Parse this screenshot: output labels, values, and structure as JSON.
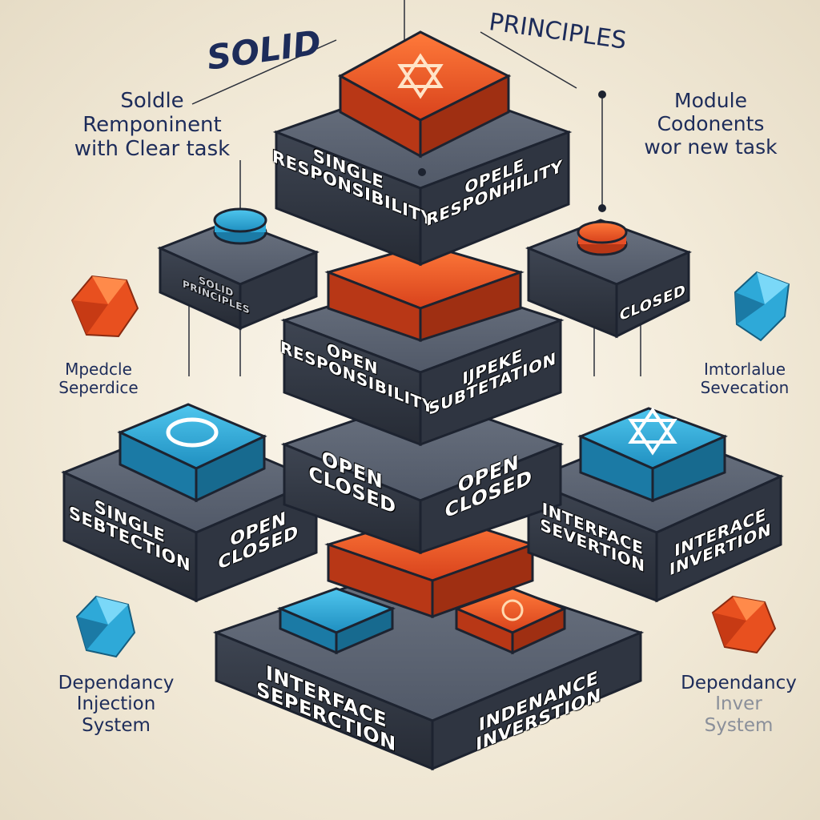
{
  "title": {
    "word1": "SOLID",
    "word2": "PRINCIPLES"
  },
  "side_labels": {
    "top_left": [
      "Soldle",
      "Remponinent",
      "with  Clear task"
    ],
    "top_right": [
      "Module",
      "Codonents",
      "wor new task"
    ],
    "mid_left": [
      "Mpedcle",
      "Seperdice"
    ],
    "mid_right": [
      "Imtorlalue",
      "Sevecation"
    ],
    "bottom_left": [
      "Dependancy",
      "Injection",
      "System"
    ],
    "bottom_right": [
      "Dependancy",
      "Inver",
      "System"
    ]
  },
  "block_faces": {
    "top_left": [
      "SINGLE",
      "RESPONSIBILITY"
    ],
    "top_right": [
      "OPELE",
      "RESPONHILITY"
    ],
    "upper_mid_left": [
      "OPEN",
      "RESPONSIBILITY"
    ],
    "upper_mid_right": [
      "IJPEKE",
      "SUBTETATION"
    ],
    "mid_left": [
      "OPEN",
      "CLOSED"
    ],
    "mid_right": [
      "OPEN",
      "CLOSED"
    ],
    "left_block_left": [
      "SINGLE",
      "SEBTECTION"
    ],
    "left_block_right": [
      "OPEN",
      "CLOSED"
    ],
    "right_block_left": [
      "INTERFACE",
      "SEVERTION"
    ],
    "right_block_right": [
      "INTERACE",
      "INVERTION"
    ],
    "bottom_left": [
      "INTERFACE",
      "SEPERCTION"
    ],
    "bottom_right": [
      "INDENANCE",
      "INVERSTION"
    ],
    "small_left": [
      "SOLID",
      "PRINCIPLES"
    ],
    "small_right": [
      "CLOSED"
    ]
  },
  "colors": {
    "orange": "#f0542a",
    "blue": "#2ea9d8",
    "block": "#4a5261",
    "navy": "#1d2c5a"
  },
  "icons": [
    "star-of-david-icon",
    "circle-icon",
    "gem-icon"
  ]
}
